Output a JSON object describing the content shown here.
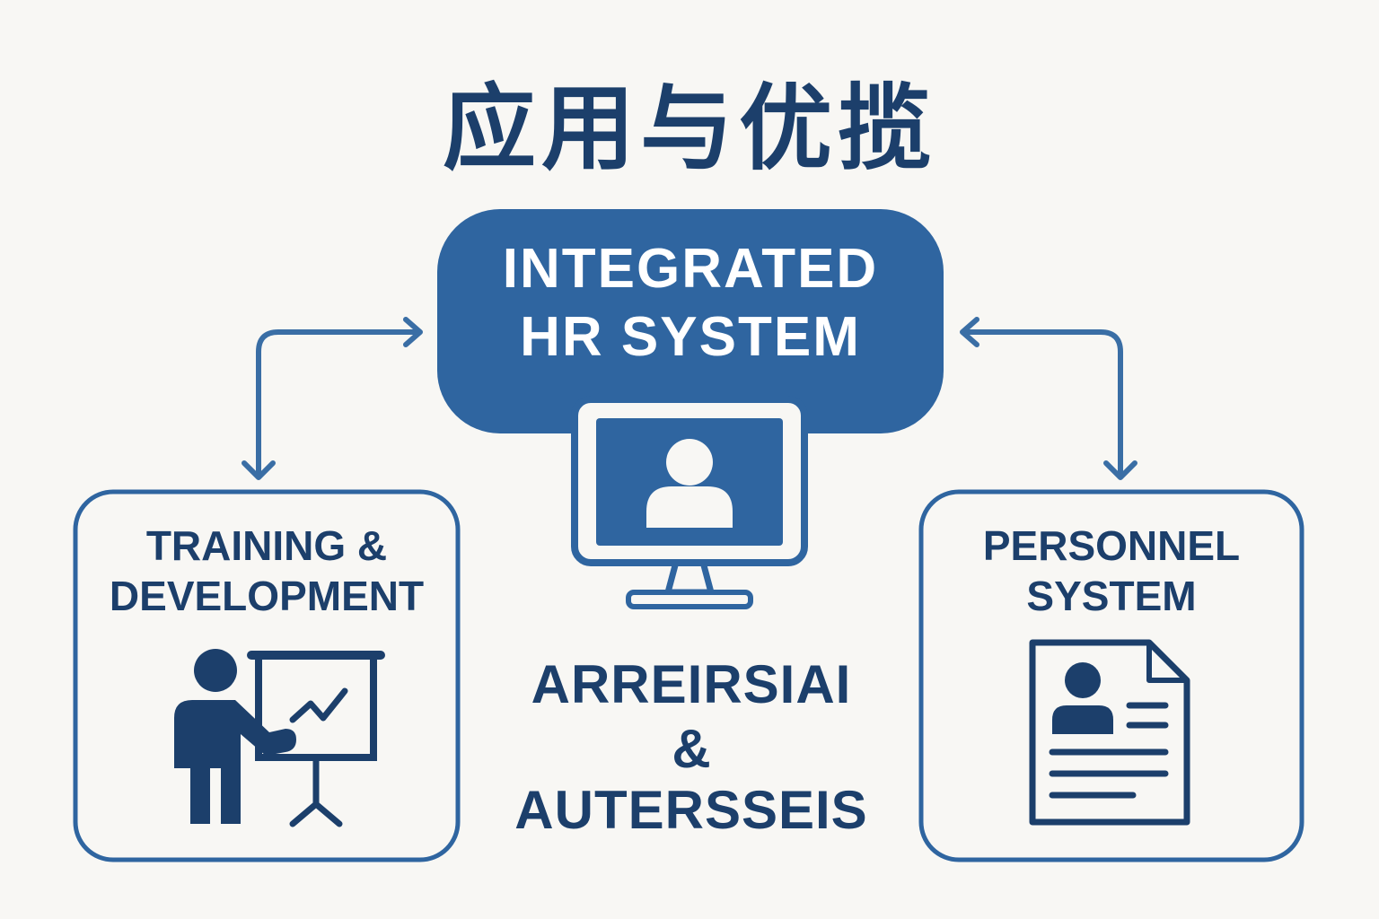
{
  "title": "应用与优揽",
  "center": {
    "line1": "INTEGRATED",
    "line2": "HR SYSTEM"
  },
  "left_box": {
    "line1": "TRAINING &",
    "line2": "DEVELOPMENT"
  },
  "right_box": {
    "line1": "PERSONNEL",
    "line2": "SYSTEM"
  },
  "middle_text": {
    "line1": "ARREIRSIAI",
    "amp": "&",
    "line2": "AUTERSSEIS"
  },
  "icons": {
    "center": "monitor-user-icon",
    "left": "presenter-chart-icon",
    "right": "resume-document-icon"
  },
  "colors": {
    "navy": "#1c3f6b",
    "blue": "#2f65a0",
    "line": "#3a6ea5",
    "background": "#f8f7f4"
  }
}
